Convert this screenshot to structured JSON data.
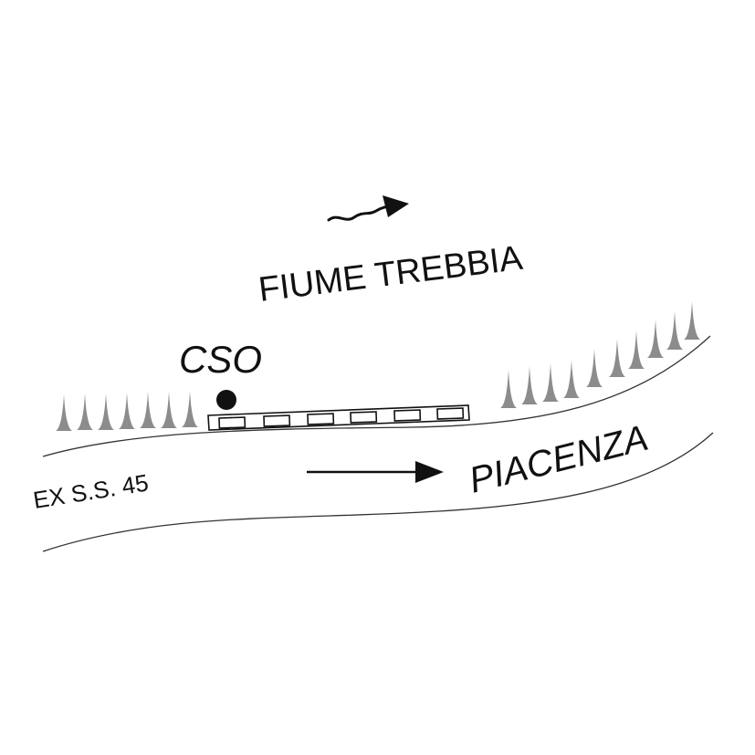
{
  "labels": {
    "river": "FIUME TREBBIA",
    "station": "CSO",
    "road": "EX S.S. 45",
    "destination": "PIACENZA"
  },
  "colors": {
    "ink": "#111111",
    "tree": "#8c8c8c",
    "background": "#ffffff"
  },
  "icons": {
    "river_flow": "wavy-arrow-icon",
    "road_direction": "right-arrow-icon",
    "station_marker": "filled-circle-icon",
    "vegetation": "tree-spike-icon"
  }
}
